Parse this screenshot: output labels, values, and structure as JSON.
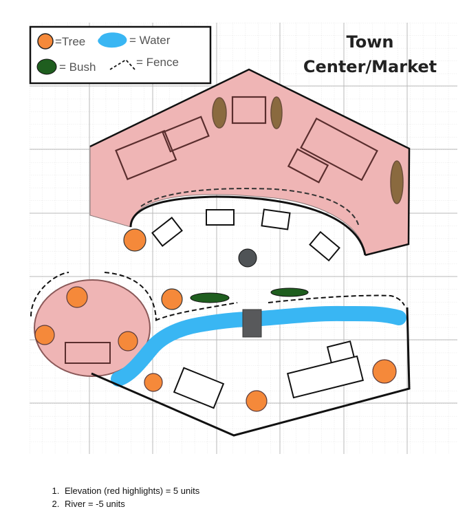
{
  "map": {
    "title_line1": "Town",
    "title_line2": "Center/Market",
    "colors": {
      "elevation": "#efb5b5",
      "tree": "#f5893a",
      "bush": "#1f5e1f",
      "water": "#39b6f3",
      "bridge": "#58595b",
      "rock": "#4f5356",
      "grid_major": "#b8b8b8",
      "grid_minor": "#dcdcdc"
    }
  },
  "legend": {
    "tree_label": "=Tree",
    "water_label": "= Water",
    "bush_label": "= Bush",
    "fence_label": "= Fence"
  },
  "notes": [
    "Elevation (red highlights) = 5 units",
    "River = -5 units"
  ]
}
